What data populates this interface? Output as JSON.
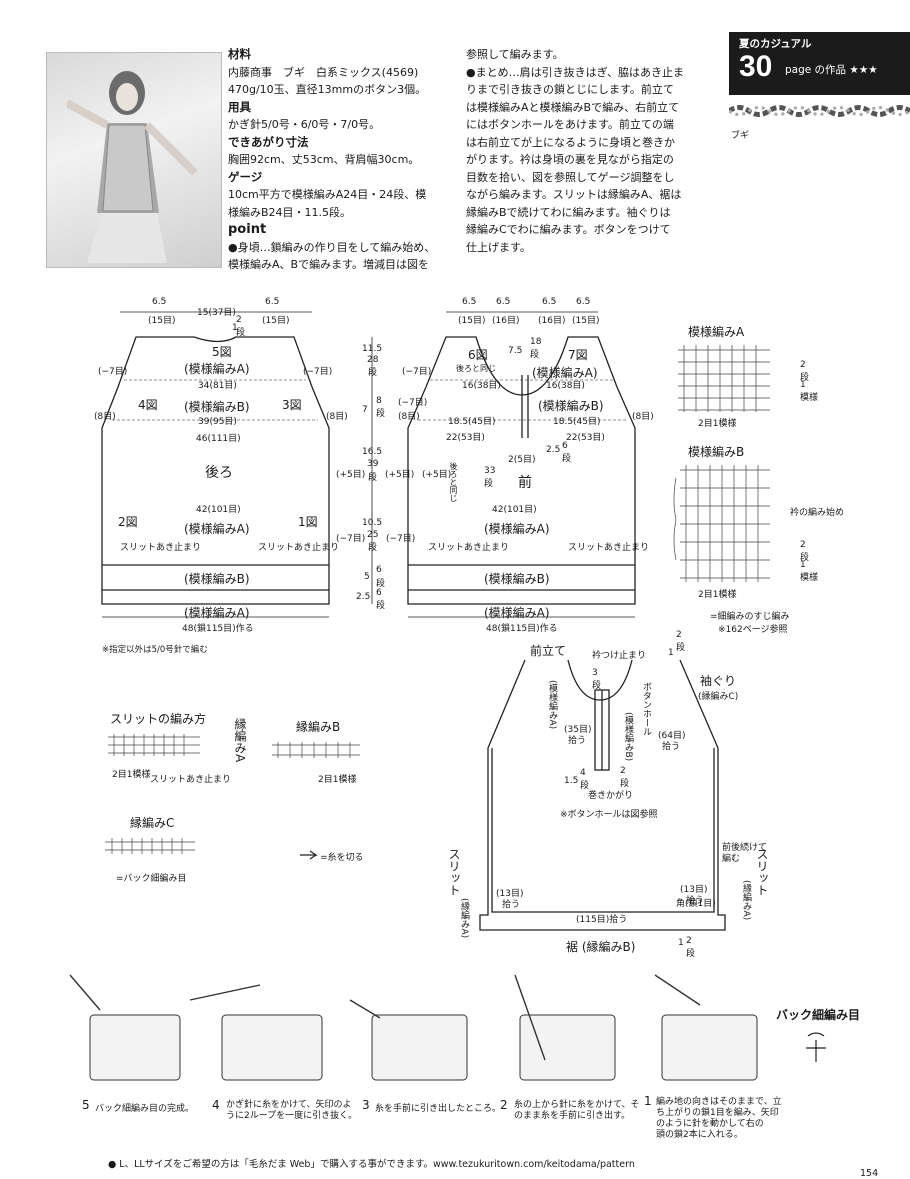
{
  "header": {
    "series": "夏のカジュアル",
    "page_num": "30",
    "page_suffix": "page の作品 ★★★",
    "yarn_label": "ブギ"
  },
  "materials": {
    "h_materials": "材料",
    "materials_1": "内藤商事　ブギ　白系ミックス(4569)",
    "materials_2": "470g/10玉、直径13mmのボタン3個。",
    "h_tools": "用具",
    "tools": "かぎ針5/0号・6/0号・7/0号。",
    "h_size": "できあがり寸法",
    "size": "胸囲92cm、丈53cm、背肩幅30cm。",
    "h_gauge": "ゲージ",
    "gauge_1": "10cm平方で模様編みA24目・24段、模",
    "gauge_2": "様編みB24目・11.5段。",
    "h_point": "point",
    "point_1": "●身頃…鎖編みの作り目をして編み始め、",
    "point_2": "模様編みA、Bで編みます。増減目は図を"
  },
  "instructions": [
    "参照して編みます。",
    "●まとめ…肩は引き抜きはぎ、脇はあき止ま",
    "りまで引き抜きの鎖とじにします。前立て",
    "は模様編みAと模様編みBで編み、右前立て",
    "にはボタンホールをあけます。前立ての端",
    "は右前立てが上になるように身頃と巻きか",
    "がります。衿は身頃の裏を見ながら指定の",
    "目数を拾い、図を参照してゲージ調整をし",
    "ながら編みます。スリットは縁編みA、裾は",
    "縁編みBで続けてわに編みます。袖ぐりは",
    "縁編みCでわに編みます。ボタンをつけて",
    "仕上げます。"
  ],
  "back": {
    "d65a": "6.5",
    "d15c": "(15目)",
    "dtop": "15(37目)",
    "d65b": "6.5",
    "d15d": "(15目)",
    "d2r": "2",
    "d1": "1",
    "dan": "段",
    "z5": "5図",
    "pA1": "(模様編みA)",
    "d34": "34(81目)",
    "z4": "4図",
    "z3": "3図",
    "pB1": "(模様編みB)",
    "d39": "39(95目)",
    "d46": "46(111目)",
    "name": "後ろ",
    "d42": "42(101目)",
    "z2": "2図",
    "z1": "1図",
    "pA2": "(模様編みA)",
    "slit1": "スリットあき止まり",
    "slit2": "スリットあき止まり",
    "pB2": "(模様編みB)",
    "pA3": "(模様編みA)",
    "d48": "48(鎖115目)作る",
    "m7l": "(−7目)",
    "m7r": "(−7目)",
    "e8l": "(8目)",
    "e8r": "(8目)",
    "p5l": "(+5目)",
    "p5r": "(+5目)",
    "m7b": "(−7目)",
    "note": "※指定以外は5/0号針で編む"
  },
  "vert": {
    "v115": "11.5",
    "v28": "28",
    "vd1": "段",
    "v7": "7",
    "v8": "8",
    "vd2": "段",
    "v165": "16.5",
    "v39": "39",
    "vd3": "段",
    "v105": "10.5",
    "v25": "25",
    "vd4": "段",
    "v5": "5",
    "v6a": "6",
    "vd5": "段",
    "v25b": "2.5",
    "v6b": "6",
    "vd6": "段"
  },
  "front": {
    "d65a": "6.5",
    "d65b": "6.5",
    "d65c": "6.5",
    "d65d": "6.5",
    "d15a": "(15目)",
    "d16a": "(16目)",
    "d16b": "(16目)",
    "d15b": "(15目)",
    "z6": "6図",
    "z7": "7図",
    "ushiro": "後ろと同じ",
    "d75": "7.5",
    "d18": "18",
    "dd1": "段",
    "pA1": "(模様編みA)",
    "d16l": "16(38目)",
    "d16r": "16(38目)",
    "pB1": "(模様編みB)",
    "d185l": "18.5(45目)",
    "d185r": "18.5(45目)",
    "d22l": "22(53目)",
    "d22r": "22(53目)",
    "d25": "2(5目)",
    "d256": "2.5",
    "d6": "6",
    "dd2": "段",
    "ushiro2": "後ろと同じ",
    "d33": "33",
    "dd3": "段",
    "name": "前",
    "d42": "42(101目)",
    "pA2": "(模様編みA)",
    "slit1": "スリットあき止まり",
    "slit2": "スリットあき止まり",
    "pB2": "(模様編みB)",
    "pA3": "(模様編みA)",
    "d48": "48(鎖115目)作る",
    "m7l": "(−7目)",
    "m7r": "(−7目)",
    "e8l": "(8目)",
    "e8r": "(8目)",
    "p5": "(+5目)",
    "m7b": "(−7目)"
  },
  "legend_A": {
    "title": "模様編みA",
    "rep": "2目1模様",
    "r2": "2",
    "rdan": "段",
    "r1": "1",
    "rmoyou": "模様"
  },
  "legend_B": {
    "title": "模様編みB",
    "start": "衿の編み始め",
    "rep": "2目1模様",
    "r2": "2",
    "rdan": "段",
    "r1": "1",
    "rmoyou": "模様"
  },
  "legend_note": {
    "sym": "=細編みのすじ編み",
    "ref": "※162ページ参照"
  },
  "edges": {
    "slit_title": "スリットの編み方",
    "slit_rep": "2目1模様",
    "slit_stop": "スリットあき止まり",
    "A_title": "縁編みA",
    "B_title": "縁編みB",
    "B_rep": "2目1模様",
    "C_title": "縁編みC",
    "C_sym": "=バック細編み目",
    "cut": "=糸を切る"
  },
  "finish": {
    "maetate": "前立て",
    "eri_stop": "衿つけ止まり",
    "moyouA": "(模様編みA)",
    "moyouB": "(模様編みB)",
    "d3": "3",
    "d3dan": "段",
    "d35": "(35目)",
    "d35b": "拾う",
    "bh": "ボタンホール",
    "d64": "(64目)",
    "d64b": "拾う",
    "sodeguri": "袖ぐり",
    "sodeguri2": "(縁編みC)",
    "d15": "1.5",
    "d4": "4",
    "d4dan": "段",
    "maki": "巻きかがり",
    "d2a": "2",
    "d2adan": "段",
    "bh_note": "※ボタンホールは図参照",
    "d2top": "2",
    "d2topdan": "段",
    "d1top": "1",
    "slit_l": "スリット",
    "slit_l2": "(縁編みA)",
    "slit_r": "スリット",
    "slit_r2": "(縁編みA)",
    "d13l": "(13目)",
    "d13l2": "拾う",
    "d13r": "(13目)",
    "d13r2": "拾う",
    "kado": "角(鎖1目)",
    "d115": "(115目)拾う",
    "suso": "裾 (縁編みB)",
    "zengo": "前後続けて",
    "zengo2": "編む",
    "d12": "1",
    "d2b": "2",
    "d2bdan": "段"
  },
  "steps": {
    "s5n": "5",
    "s5": "バック細編み目の完成。",
    "s4n": "4",
    "s4a": "かぎ針に糸をかけて、矢印のよ",
    "s4b": "うに2ループを一度に引き抜く。",
    "s3n": "3",
    "s3": "糸を手前に引き出したところ。",
    "s2n": "2",
    "s2a": "糸の上から針に糸をかけて、そ",
    "s2b": "のまま糸を手前に引き出す。",
    "s1n": "1",
    "s1a": "編み地の向きはそのままで、立",
    "s1b": "ち上がりの鎖1目を編み、矢印",
    "s1c": "のように針を動かして右の",
    "s1d": "頭の鎖2本に入れる。",
    "back_title": "バック細編み目"
  },
  "footer": {
    "line": "● L、LLサイズをご希望の方は「毛糸だま Web」で購入する事ができます。www.tezukuritown.com/keitodama/pattern",
    "page": "154"
  }
}
